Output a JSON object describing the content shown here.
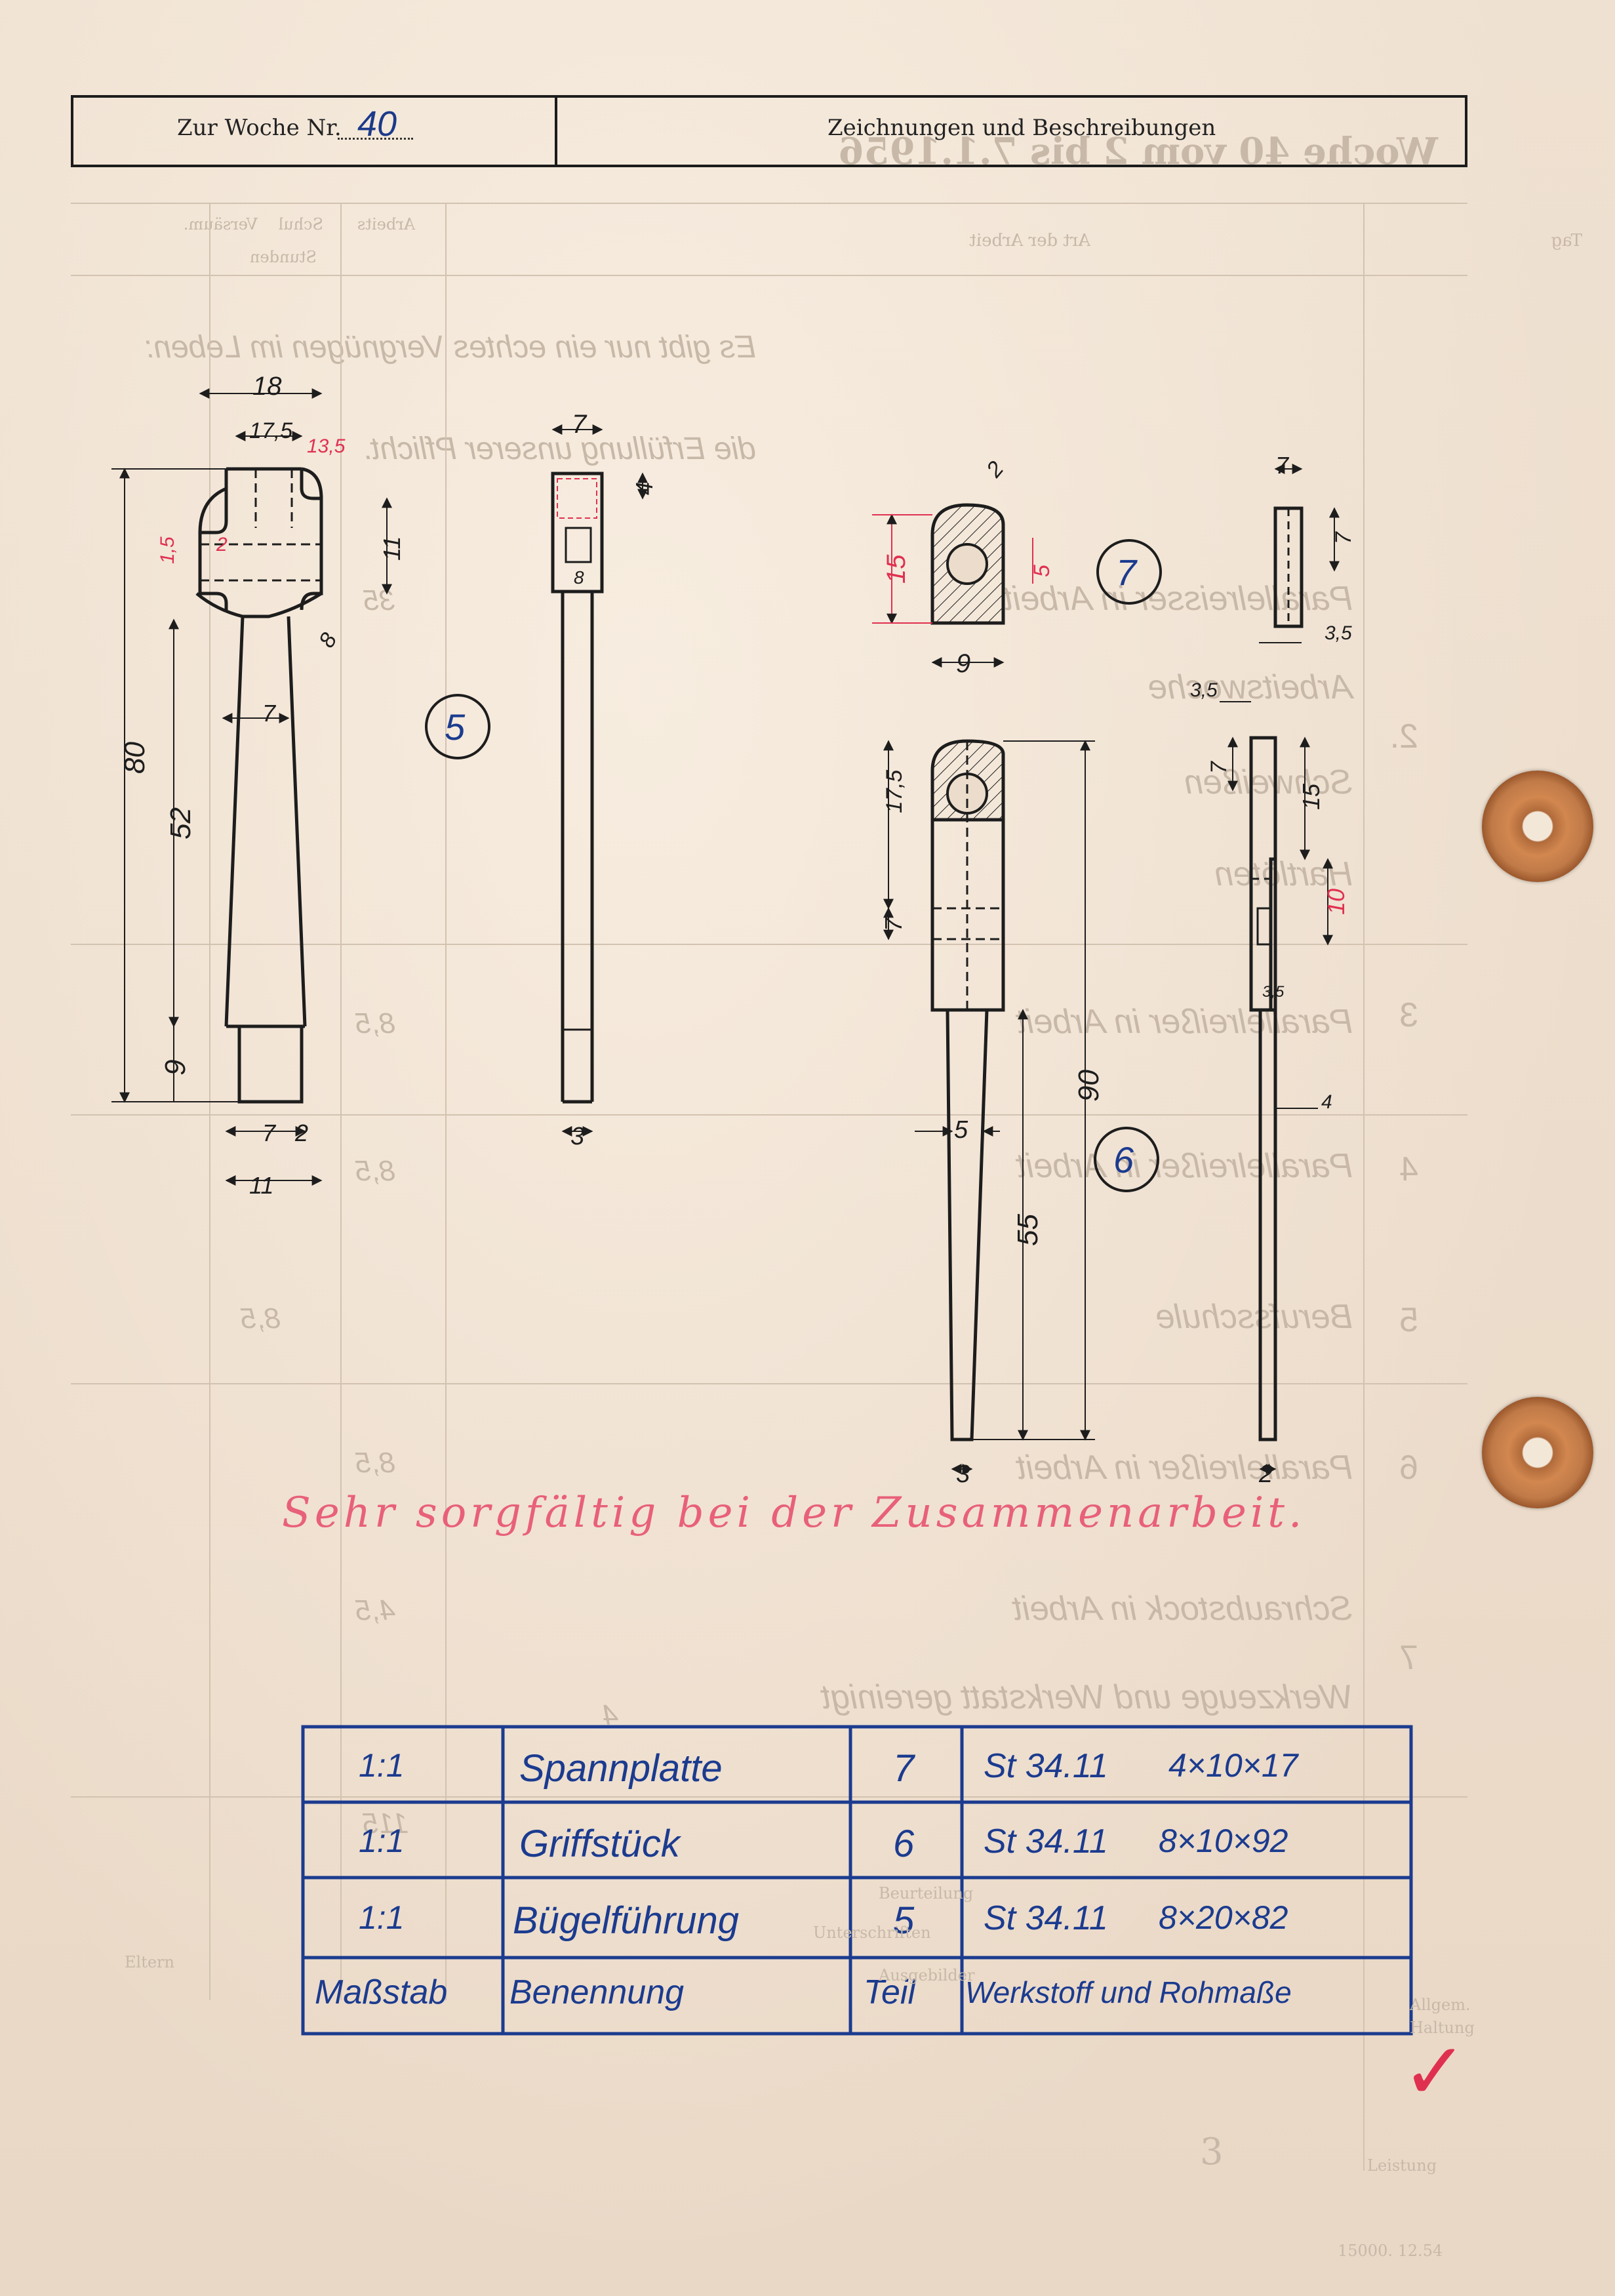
{
  "header": {
    "left_label": "Zur Woche Nr.",
    "week_number": "40",
    "right_label": "Zeichnungen und Beschreibungen"
  },
  "ghost_text": {
    "week_line": "Woche 40 vom 2 bis 7.1.1956",
    "col_tag": "Tag",
    "col_art": "Art der Arbeit",
    "col_arbeits": "Arbeits",
    "col_schul": "Schul",
    "col_versaum": "Versäum.",
    "col_stunden": "Stunden",
    "lines": [
      "Es gibt nur ein echtes Vergnügen im Leben:",
      "die Erfüllung unserer Pflicht.",
      "Parallelreisser in Arbeit",
      "Arbeitswoche",
      "Schweißen",
      "Hartlöten",
      "Parallelreißer in Arbeit",
      "Parallelreißer in Arbeit",
      "Berufsschule",
      "Parallelreißer in Arbeit",
      "Schraubstock in Arbeit",
      "Werkzeuge und Werkstatt gereinigt"
    ],
    "days": [
      "2.",
      "3",
      "4",
      "5",
      "6",
      "7"
    ],
    "hours": [
      "35",
      "8,5",
      "8,5",
      "8,5",
      "8,5",
      "4,5",
      "4",
      "115"
    ],
    "footer": [
      "Unterschriften",
      "Ausgebilder",
      "Beurteilung",
      "Eltern",
      "Leistung",
      "Allgem.",
      "Haltung",
      "3",
      "15000. 12.54"
    ]
  },
  "drawing": {
    "part5_label": "5",
    "part6_label": "6",
    "part7_label": "7",
    "dims_part5": [
      "18",
      "17,5",
      "13,5",
      "1,5",
      "2",
      "11",
      "8",
      "7",
      "80",
      "52",
      "9",
      "7",
      "2",
      "11"
    ],
    "dims_part5_side": [
      "7",
      "4",
      "8",
      "3"
    ],
    "dims_part6": [
      "15",
      "5",
      "2",
      "9",
      "17,5",
      "7",
      "90",
      "55",
      "5",
      "3"
    ],
    "dims_part7_side": [
      "7",
      "7",
      "3,5",
      "3,5",
      "7",
      "15",
      "10",
      "3,5",
      "4",
      "2"
    ]
  },
  "red_note": "Sehr sorgfältig bei der Zusammenarbeit.",
  "red_check": "✓",
  "parts_table": {
    "rows": [
      {
        "scale": "1:1",
        "name": "Spannplatte",
        "part": "7",
        "material": "St 34.11",
        "size": "4×10×17"
      },
      {
        "scale": "1:1",
        "name": "Griffstück",
        "part": "6",
        "material": "St 34.11",
        "size": "8×10×92"
      },
      {
        "scale": "1:1",
        "name": "Bügelführung",
        "part": "5",
        "material": "St 34.11",
        "size": "8×20×82"
      }
    ],
    "header": {
      "scale": "Maßstab",
      "name": "Benennung",
      "part": "Teil",
      "material": "Werkstoff und Rohmaße"
    }
  },
  "colors": {
    "ink_blue": "#1b3b8f",
    "ink_black": "#1d1d1d",
    "ink_red": "#e03050",
    "paper": "#ecdccb",
    "ghost": "#c7b8a8"
  }
}
